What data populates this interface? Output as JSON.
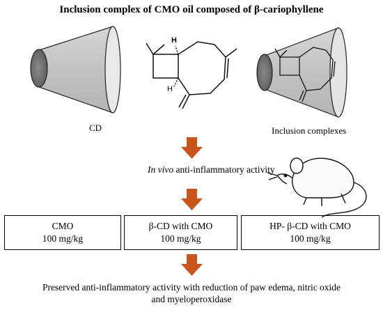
{
  "title": "Inclusion complex of CMO oil composed of β-cariophyllene",
  "labels": {
    "cd": "CD",
    "inclusion": "Inclusion complexes",
    "activity_italic": "In vivo",
    "activity_rest": " anti-inflammatory activity",
    "atom_h": "H"
  },
  "boxes": [
    {
      "line1": "CMO",
      "line2": "100 mg/kg"
    },
    {
      "line1": "β-CD with CMO",
      "line2": "100 mg/kg"
    },
    {
      "line1": "HP- β-CD with CMO",
      "line2": "100 mg/kg"
    }
  ],
  "conclusion": {
    "line1": "Preserved anti-inflammatory activity with reduction of paw edema, nitric oxide",
    "line2": "and myeloperoxidase"
  },
  "colors": {
    "arrow": "#c9541c",
    "cone_fill": "#c8c8c8",
    "cone_opening": "#6f6f6f",
    "stroke": "#222222"
  },
  "icons": [
    "cyclodextrin-cone",
    "beta-caryophyllene-molecule",
    "mouse-icon",
    "down-arrow-icon"
  ]
}
